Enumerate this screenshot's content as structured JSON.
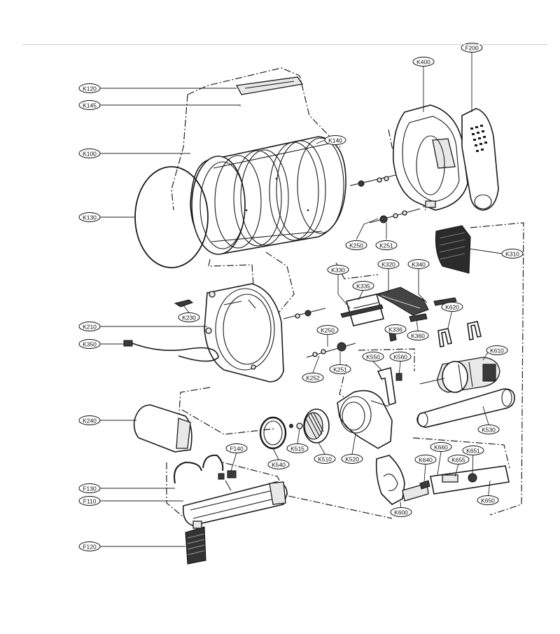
{
  "parts": [
    {
      "id": "k120",
      "code": "K120"
    },
    {
      "id": "k145",
      "code": "K145"
    },
    {
      "id": "k100",
      "code": "K100"
    },
    {
      "id": "k130",
      "code": "K130"
    },
    {
      "id": "k140",
      "code": "K140"
    },
    {
      "id": "k400",
      "code": "K400"
    },
    {
      "id": "f200",
      "code": "F200"
    },
    {
      "id": "k250a",
      "code": "K250"
    },
    {
      "id": "k251a",
      "code": "K251"
    },
    {
      "id": "k310",
      "code": "K310"
    },
    {
      "id": "k330",
      "code": "K330"
    },
    {
      "id": "k320",
      "code": "K320"
    },
    {
      "id": "k340",
      "code": "K340"
    },
    {
      "id": "k335",
      "code": "K335"
    },
    {
      "id": "k230",
      "code": "K230"
    },
    {
      "id": "k210",
      "code": "K210"
    },
    {
      "id": "k620",
      "code": "K620"
    },
    {
      "id": "k250b",
      "code": "K250"
    },
    {
      "id": "k336",
      "code": "K336"
    },
    {
      "id": "k360",
      "code": "K360"
    },
    {
      "id": "k350",
      "code": "K350"
    },
    {
      "id": "k610",
      "code": "K610"
    },
    {
      "id": "k550",
      "code": "K550"
    },
    {
      "id": "k560",
      "code": "K560"
    },
    {
      "id": "k251b",
      "code": "K251"
    },
    {
      "id": "k252",
      "code": "K252"
    },
    {
      "id": "k240",
      "code": "K240"
    },
    {
      "id": "k530",
      "code": "K530"
    },
    {
      "id": "f140",
      "code": "F140"
    },
    {
      "id": "k515",
      "code": "K515"
    },
    {
      "id": "k540",
      "code": "K540"
    },
    {
      "id": "k510",
      "code": "K510"
    },
    {
      "id": "k520",
      "code": "K520"
    },
    {
      "id": "k660",
      "code": "K660"
    },
    {
      "id": "k651",
      "code": "K651"
    },
    {
      "id": "k640",
      "code": "K640"
    },
    {
      "id": "k655",
      "code": "K655"
    },
    {
      "id": "f130",
      "code": "F130"
    },
    {
      "id": "f110",
      "code": "F110"
    },
    {
      "id": "k650",
      "code": "K650"
    },
    {
      "id": "k600",
      "code": "K600"
    },
    {
      "id": "f120",
      "code": "F120"
    }
  ]
}
